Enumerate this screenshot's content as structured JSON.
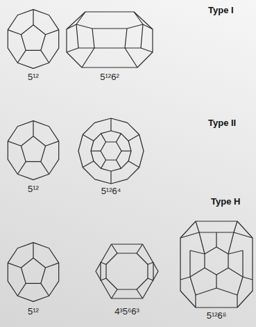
{
  "diagram": {
    "labels": [
      "Type I",
      "5¹²",
      "5¹²6²",
      "Type II",
      "5¹²",
      "5¹²6⁴",
      "Type H",
      "5¹²",
      "4³5⁶6³",
      "5¹²6⁸"
    ]
  }
}
